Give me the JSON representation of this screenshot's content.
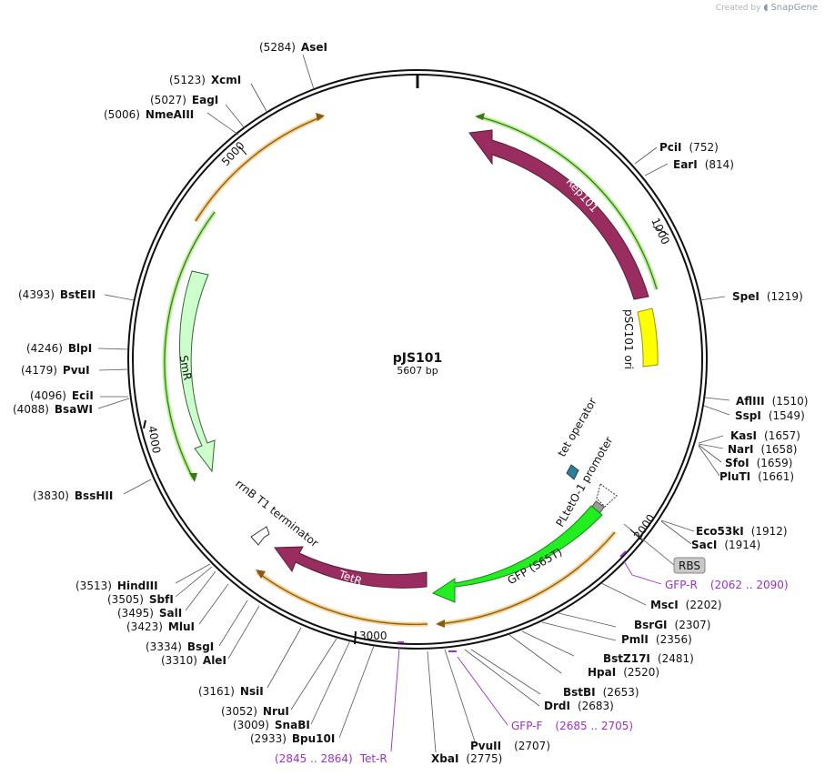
{
  "credit": {
    "created_by": "Created by",
    "brand": "SnapGene"
  },
  "plasmid": {
    "name": "pJS101",
    "length_label": "5607 bp",
    "length": 5607
  },
  "ticks": [
    "1000",
    "2000",
    "3000",
    "4000",
    "5000"
  ],
  "enzymes": [
    {
      "name": "AseI",
      "pos": "(5284)"
    },
    {
      "name": "XcmI",
      "pos": "(5123)"
    },
    {
      "name": "EagI",
      "pos": "(5027)"
    },
    {
      "name": "NmeAIII",
      "pos": "(5006)"
    },
    {
      "name": "PciI",
      "pos": "(752)"
    },
    {
      "name": "EarI",
      "pos": "(814)"
    },
    {
      "name": "SpeI",
      "pos": "(1219)"
    },
    {
      "name": "BstEII",
      "pos": "(4393)"
    },
    {
      "name": "BlpI",
      "pos": "(4246)"
    },
    {
      "name": "PvuI",
      "pos": "(4179)"
    },
    {
      "name": "EciI",
      "pos": "(4096)"
    },
    {
      "name": "BsaWI",
      "pos": "(4088)"
    },
    {
      "name": "AflIII",
      "pos": "(1510)"
    },
    {
      "name": "SspI",
      "pos": "(1549)"
    },
    {
      "name": "KasI",
      "pos": "(1657)"
    },
    {
      "name": "NarI",
      "pos": "(1658)"
    },
    {
      "name": "SfoI",
      "pos": "(1659)"
    },
    {
      "name": "PluTI",
      "pos": "(1661)"
    },
    {
      "name": "BssHII",
      "pos": "(3830)"
    },
    {
      "name": "Eco53kI",
      "pos": "(1912)"
    },
    {
      "name": "SacI",
      "pos": "(1914)"
    },
    {
      "name": "HindIII",
      "pos": "(3513)"
    },
    {
      "name": "SbfI",
      "pos": "(3505)"
    },
    {
      "name": "SalI",
      "pos": "(3495)"
    },
    {
      "name": "MluI",
      "pos": "(3423)"
    },
    {
      "name": "MscI",
      "pos": "(2202)"
    },
    {
      "name": "BsgI",
      "pos": "(3334)"
    },
    {
      "name": "AleI",
      "pos": "(3310)"
    },
    {
      "name": "BsrGI",
      "pos": "(2307)"
    },
    {
      "name": "PmlI",
      "pos": "(2356)"
    },
    {
      "name": "BstZ17I",
      "pos": "(2481)"
    },
    {
      "name": "HpaI",
      "pos": "(2520)"
    },
    {
      "name": "NsiI",
      "pos": "(3161)"
    },
    {
      "name": "BstBI",
      "pos": "(2653)"
    },
    {
      "name": "DrdI",
      "pos": "(2683)"
    },
    {
      "name": "NruI",
      "pos": "(3052)"
    },
    {
      "name": "SnaBI",
      "pos": "(3009)"
    },
    {
      "name": "Bpu10I",
      "pos": "(2933)"
    },
    {
      "name": "PvuII",
      "pos": "(2707)"
    },
    {
      "name": "XbaI",
      "pos": "(2775)"
    }
  ],
  "primers": [
    {
      "name": "GFP-R",
      "range": "(2062 .. 2090)"
    },
    {
      "name": "GFP-F",
      "range": "(2685 .. 2705)"
    },
    {
      "name": "Tet-R",
      "range": "(2845 .. 2864)"
    }
  ],
  "features": [
    {
      "name": "Rep101",
      "color": "#9a2d5f"
    },
    {
      "name": "pSC101 ori",
      "color": "#ffff00"
    },
    {
      "name": "tet operator",
      "color": "#2e7d99"
    },
    {
      "name": "PLtetO-1 promoter",
      "color": "#ffffff"
    },
    {
      "name": "GFP (S65T)",
      "color": "#22ee22"
    },
    {
      "name": "TetR",
      "color": "#9a2d5f"
    },
    {
      "name": "rrnB T1 terminator",
      "color": "#ffffff"
    },
    {
      "name": "SmR",
      "color": "#ccffcc"
    },
    {
      "name": "RBS",
      "color": "#c8c8c8"
    }
  ],
  "colors": {
    "primer": "#9b30d0",
    "orf": "#d89a3a",
    "orf_green": "#6abf1e"
  }
}
